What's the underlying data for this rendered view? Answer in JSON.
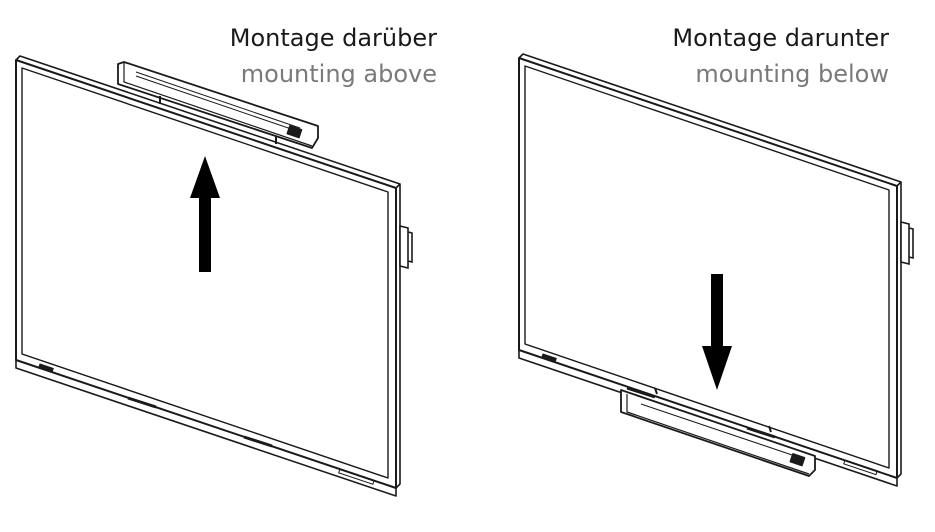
{
  "panels": {
    "above": {
      "title_de": "Montage darüber",
      "title_en": "mounting above"
    },
    "below": {
      "title_de": "Montage darunter",
      "title_en": "mounting below"
    }
  },
  "colors": {
    "line": "#1a1a1a",
    "text_primary": "#1a1a1a",
    "text_secondary": "#7a7a7a"
  }
}
